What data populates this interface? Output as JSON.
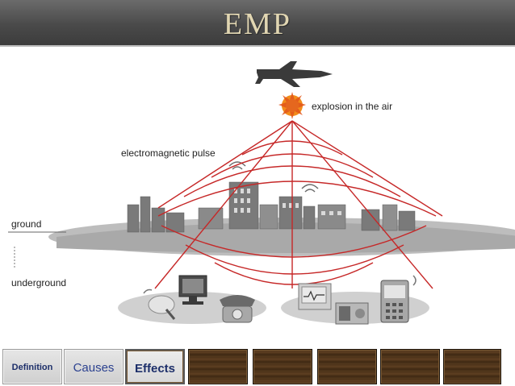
{
  "slide": {
    "title": "EMP"
  },
  "diagram": {
    "label_explosion": "explosion in the air",
    "label_pulse": "electromagnetic pulse",
    "label_ground": "ground",
    "label_underground": "underground",
    "wave_color": "#c62828"
  },
  "nav": {
    "items": [
      {
        "label": "Definition"
      },
      {
        "label": "Causes"
      },
      {
        "label": "Effects"
      },
      {
        "label": ""
      },
      {
        "label": ""
      },
      {
        "label": ""
      },
      {
        "label": ""
      },
      {
        "label": ""
      }
    ]
  },
  "colors": {
    "title_text": "#e1d6b2",
    "title_bar": "#4a4a4a",
    "nav_text": "#1d2f6a"
  }
}
